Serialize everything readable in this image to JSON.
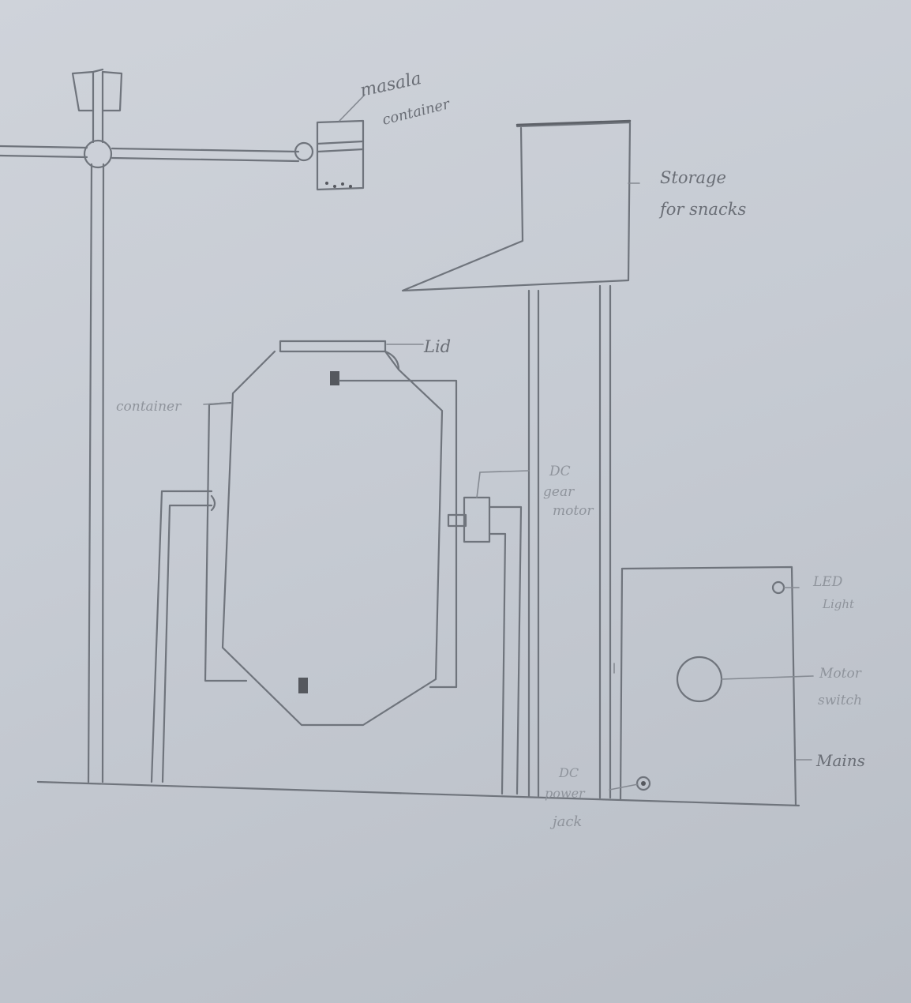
{
  "diagram": {
    "labels": {
      "masala_line1": "masala",
      "masala_line2": "container",
      "storage_line1": "Storage",
      "storage_line2": "for snacks",
      "lid": "Lid",
      "container": "container",
      "dc_line1": "DC",
      "dc_line2": "gear",
      "dc_line3": "motor",
      "led_line1": "LED",
      "led_line2": "Light",
      "motor_line1": "Motor",
      "motor_line2": "switch",
      "mains": "Mains",
      "jack_line1": "DC",
      "jack_line2": "power",
      "jack_line3": "jack"
    },
    "colors": {
      "paper": "#c9cdd4",
      "pencil": "#6f747c"
    }
  }
}
